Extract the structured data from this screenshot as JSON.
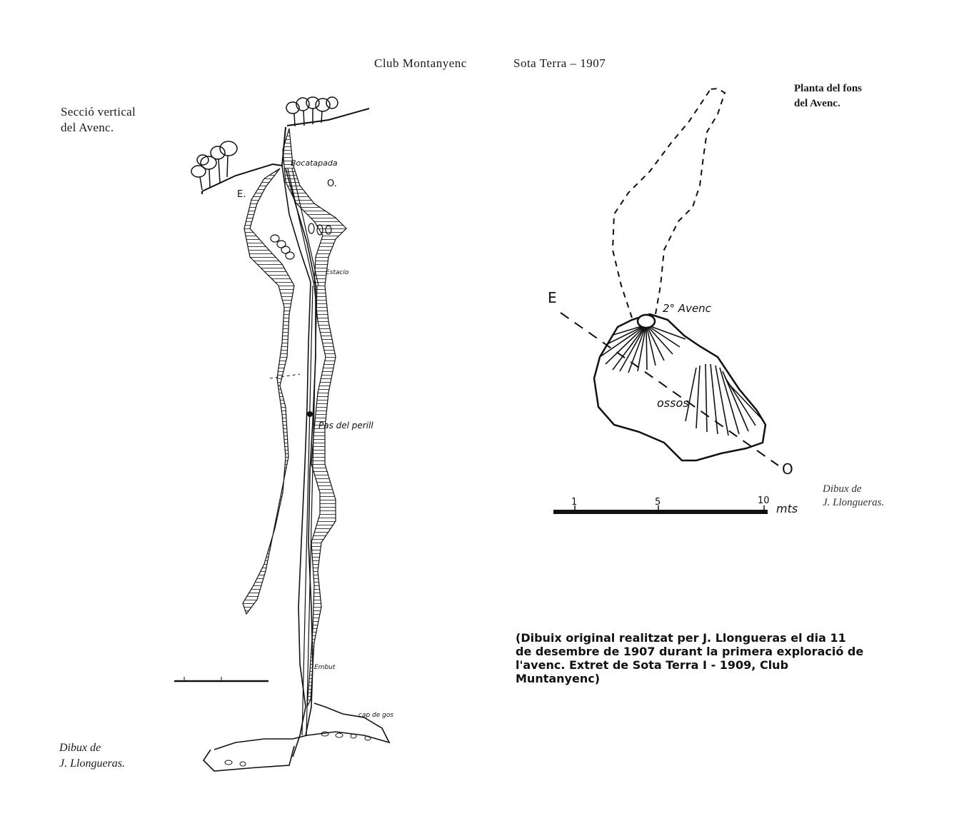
{
  "header": {
    "club": "Club Montanyenc",
    "publication": "Sota Terra – 1907"
  },
  "section_view": {
    "title_line1": "Secció vertical",
    "title_line2": "del Avenc.",
    "labels": {
      "mouth": "Bocatapada",
      "east": "E.",
      "west": "O.",
      "station": "Estacio",
      "danger_pass": "Pas del perill",
      "funnel": "Embut",
      "bottom": "cap de gos"
    },
    "credit_line1": "Dibux de",
    "credit_line2": "J. Llongueras."
  },
  "plan_view": {
    "title_line1": "Planta del fons",
    "title_line2": "del Avenc.",
    "labels": {
      "second_shaft": "2° Avenc",
      "bones": "ossos",
      "east": "E",
      "west": "O"
    },
    "scale": {
      "ticks": [
        "1",
        "5",
        "10"
      ],
      "unit": "mts"
    },
    "credit_line1": "Dibux de",
    "credit_line2": "J. Llongueras."
  },
  "caption": "(Dibuix original realitzat per J. Llongueras el dia 11 de desembre de 1907 durant la primera exploració de l'avenc. Extret de Sota Terra I - 1909, Club Muntanyenc)",
  "colors": {
    "ink": "#111111",
    "paper": "#ffffff"
  }
}
